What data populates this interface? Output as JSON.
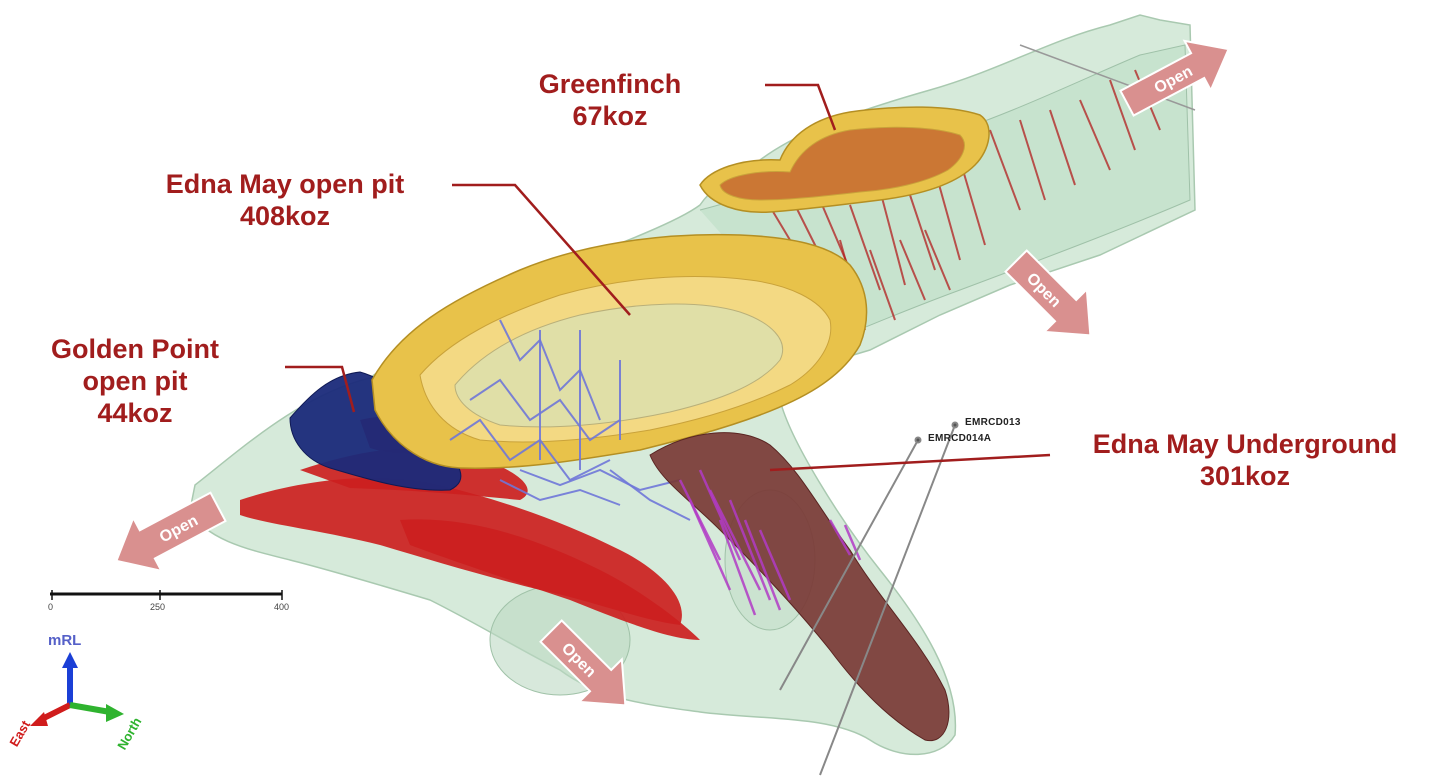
{
  "labels": {
    "greenfinch": {
      "name": "Greenfinch",
      "value": "67koz"
    },
    "edna_may_open_pit": {
      "name": "Edna May open pit",
      "value": "408koz"
    },
    "golden_point": {
      "line1": "Golden Point",
      "line2": "open pit",
      "value": "44koz"
    },
    "edna_may_underground": {
      "name": "Edna May Underground",
      "value": "301koz"
    }
  },
  "open_arrows": [
    "Open",
    "Open",
    "Open",
    "Open"
  ],
  "drill_holes": [
    "EMRCD013",
    "EMRCD014A"
  ],
  "scale_bar": {
    "ticks": [
      "0",
      "250",
      "400"
    ]
  },
  "axes": {
    "up": "mRL",
    "east": "East",
    "north": "North"
  },
  "colors": {
    "label": "#a11d1d",
    "open_arrow": "#d9908f",
    "pit": "#e8c24a",
    "shell": "#cfe6d4",
    "ore_red": "#cc1f1f",
    "ore_blue": "#1a2a7a",
    "underground": "#7a3a36",
    "workings": "#6f77d8",
    "magenta": "#b13bc6"
  }
}
